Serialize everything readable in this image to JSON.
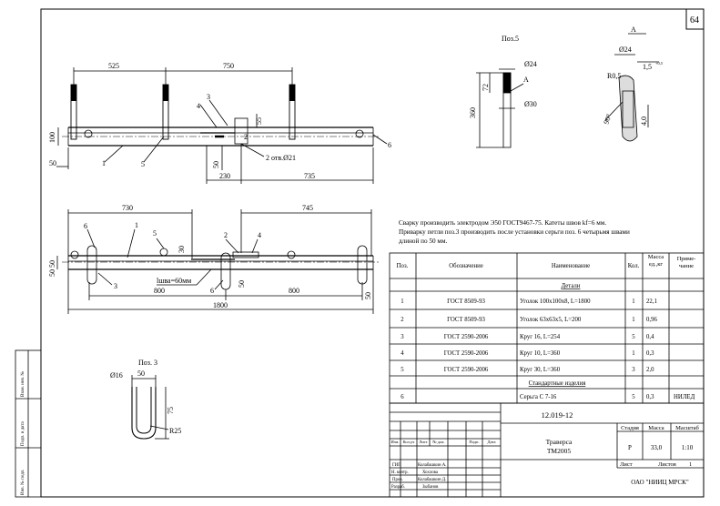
{
  "sheet": {
    "page_number": "64",
    "drawing_code": "12.019-12",
    "title_line1": "Траверса",
    "title_line2": "ТМ2005",
    "stage": "Р",
    "mass": "33,0",
    "scale": "1:10",
    "sheet_label": "Лист",
    "sheets_label": "Листов",
    "sheets_count": "1",
    "organization": "ОАО \"НИИЦ МРСК\"",
    "stage_header": "Стадия",
    "mass_header": "Масса",
    "scale_header": "Масштаб"
  },
  "notes": {
    "line1": "Сварку производить электродом Э50 ГОСТ9467-75. Катеты швов kf=6 мм.",
    "line2": "Приварку петли поз.3 производить после установки серьги поз. 6 четырьмя швами",
    "line3": "длиной по 50 мм."
  },
  "views": {
    "pos5_label": "Поз.5",
    "pos3_label": "Поз. 3",
    "detail_label": "А"
  },
  "top_view_dims": {
    "d525": "525",
    "d750": "750",
    "d100": "100",
    "d50": "50",
    "d230": "230",
    "d735": "735",
    "d55": "55",
    "d50b": "50",
    "holes": "2 отв.Ø21",
    "c1": "1",
    "c2": "2",
    "c3": "3",
    "c4": "4",
    "c5": "5",
    "c6": "6"
  },
  "plan_view_dims": {
    "d730": "730",
    "d745": "745",
    "d5050": "50 50",
    "d800a": "800",
    "d800b": "800",
    "d1800": "1800",
    "d30": "30",
    "d50": "50",
    "d50r": "50",
    "weld": "lшва=60мм",
    "c1": "1",
    "c2": "2",
    "c3": "3",
    "c4": "4",
    "c5": "5",
    "c6a": "6",
    "c6b": "6"
  },
  "pos5_dims": {
    "d24": "Ø24",
    "d30": "Ø30",
    "d360": "360",
    "d72": "72",
    "a": "А"
  },
  "detail_dims": {
    "d24": "Ø24",
    "r05": "R0,5",
    "d15": "1,5",
    "tol": "+0,5",
    "ang": "90°",
    "d40": "4,0"
  },
  "pos3_dims": {
    "d16": "Ø16",
    "d50": "50",
    "d75": "75",
    "r25": "R25"
  },
  "spec": {
    "headers": {
      "pos": "Поз.",
      "designation": "Обозначение",
      "name": "Наименование",
      "qty": "Кол.",
      "mass": "Масса ед.,кг",
      "note": "Приме- чание"
    },
    "section_details": "Детали",
    "section_standard": "Стандартные изделия",
    "rows": [
      {
        "pos": "1",
        "designation": "ГОСТ 8509-93",
        "name": "Уголок 100х100х8, L=1800",
        "qty": "1",
        "mass": "22,1",
        "note": ""
      },
      {
        "pos": "2",
        "designation": "ГОСТ 8509-93",
        "name": "Уголок 63х63х5, L=200",
        "qty": "1",
        "mass": "0,96",
        "note": ""
      },
      {
        "pos": "3",
        "designation": "ГОСТ 2590-2006",
        "name": "Круг 16, L=254",
        "qty": "5",
        "mass": "0,4",
        "note": ""
      },
      {
        "pos": "4",
        "designation": "ГОСТ 2590-2006",
        "name": "Круг 10, L=360",
        "qty": "1",
        "mass": "0,3",
        "note": ""
      },
      {
        "pos": "5",
        "designation": "ГОСТ 2590-2006",
        "name": "Круг 30, L=360",
        "qty": "3",
        "mass": "2,0",
        "note": ""
      },
      {
        "pos": "6",
        "designation": "",
        "name": "Серьга С 7-16",
        "qty": "5",
        "mass": "0,3",
        "note": "НИЛЕД"
      }
    ]
  },
  "stamp": {
    "izm": "Изм.",
    "kol": "Кол.уч",
    "list": "Лист",
    "ndok": "№ док.",
    "podp": "Подп.",
    "data": "Дата",
    "rows": [
      {
        "role": "ГИП",
        "name": "Колабашкин А."
      },
      {
        "role": "Н. контр.",
        "name": "Хохлова"
      },
      {
        "role": "Пров.",
        "name": "Колабашкин Д."
      },
      {
        "role": "Разраб.",
        "name": "Зыбанов"
      }
    ]
  },
  "side_stamp": {
    "a": "Взам. инв. №",
    "b": "Подп. и дата",
    "c": "Инв. № подл."
  }
}
